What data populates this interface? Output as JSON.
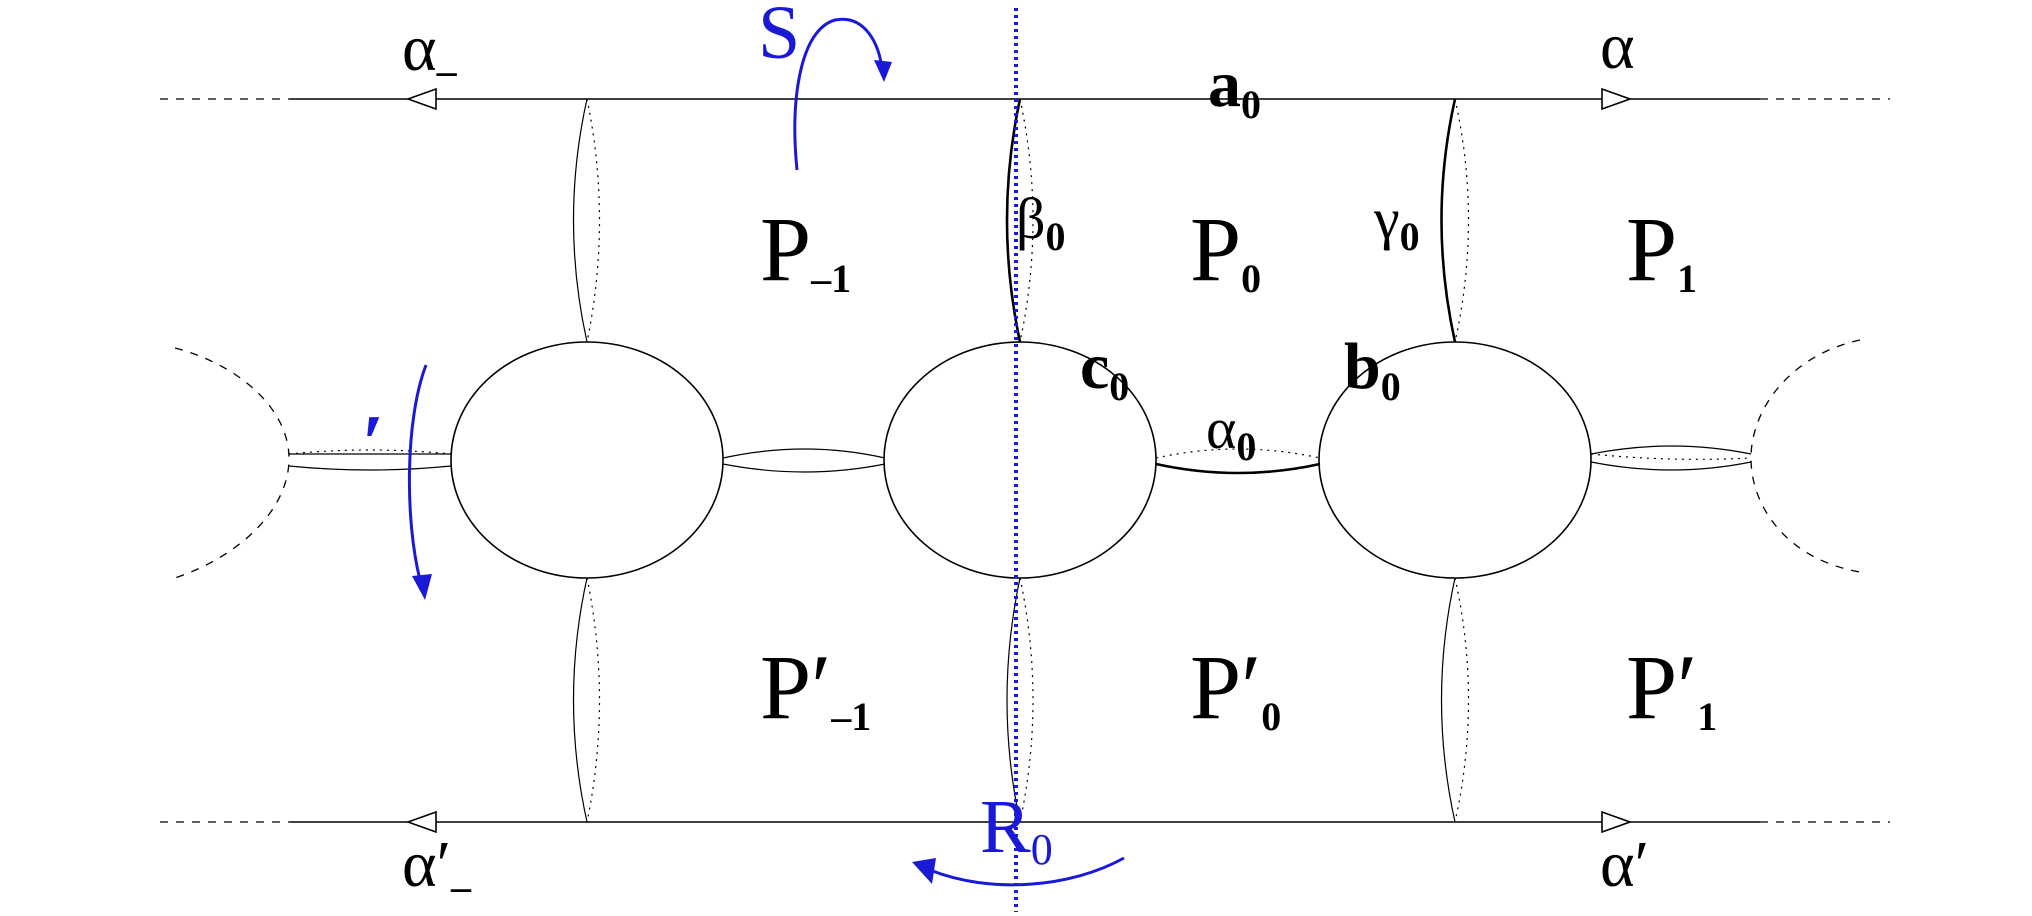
{
  "labels": {
    "alpha_minus": {
      "base": "α",
      "sub": "–"
    },
    "alpha": {
      "base": "α",
      "sub": ""
    },
    "alpha_prime_minus": {
      "base": "α′",
      "sub": "–"
    },
    "alpha_prime": {
      "base": "α′",
      "sub": ""
    },
    "a0": {
      "base": "a",
      "sub": "0"
    },
    "beta0": {
      "base": "β",
      "sub": "0"
    },
    "gamma0": {
      "base": "γ",
      "sub": "0"
    },
    "c0": {
      "base": "c",
      "sub": "0"
    },
    "b0": {
      "base": "b",
      "sub": "0"
    },
    "alpha0": {
      "base": "α",
      "sub": "0"
    },
    "p_minus1": {
      "base": "P",
      "sub": "–1"
    },
    "p0": {
      "base": "P",
      "sub": "0"
    },
    "p1": {
      "base": "P",
      "sub": "1"
    },
    "pp_minus1": {
      "base": "P′",
      "sub": "–1"
    },
    "pp0": {
      "base": "P′",
      "sub": "0"
    },
    "pp1": {
      "base": "P′",
      "sub": "1"
    }
  },
  "symmetry": {
    "s_label": "S",
    "r_label": {
      "base": "R",
      "sub": "0"
    },
    "prime_mark": "′"
  },
  "colors": {
    "ink": "#000000",
    "accent": "#1a1ad6",
    "background": "#ffffff"
  }
}
